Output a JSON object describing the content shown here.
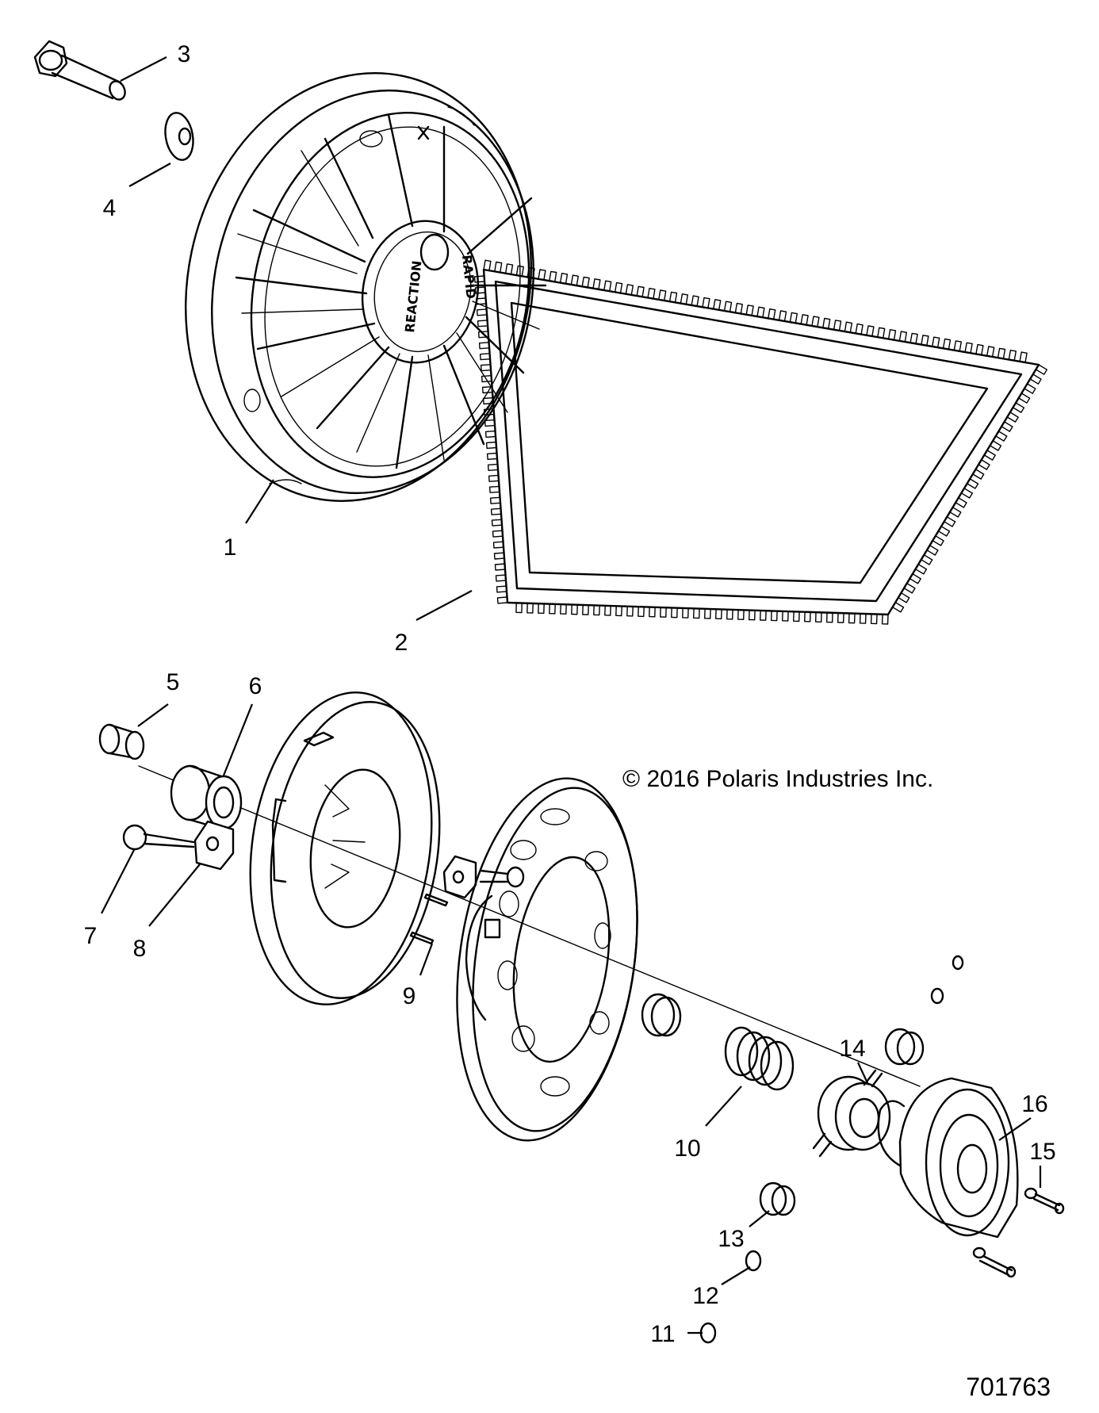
{
  "diagram": {
    "callouts": [
      {
        "id": "1",
        "label": "1"
      },
      {
        "id": "2",
        "label": "2"
      },
      {
        "id": "3",
        "label": "3"
      },
      {
        "id": "4",
        "label": "4"
      },
      {
        "id": "5",
        "label": "5"
      },
      {
        "id": "6",
        "label": "6"
      },
      {
        "id": "7",
        "label": "7"
      },
      {
        "id": "8",
        "label": "8"
      },
      {
        "id": "9",
        "label": "9"
      },
      {
        "id": "10",
        "label": "10"
      },
      {
        "id": "11",
        "label": "11"
      },
      {
        "id": "12",
        "label": "12"
      },
      {
        "id": "13",
        "label": "13"
      },
      {
        "id": "14",
        "label": "14"
      },
      {
        "id": "15",
        "label": "15"
      },
      {
        "id": "16",
        "label": "16"
      }
    ],
    "embossed_text": {
      "left": "REACTION",
      "right": "RAPID"
    },
    "copyright": "© 2016 Polaris Industries Inc.",
    "reference_number": "701763"
  }
}
